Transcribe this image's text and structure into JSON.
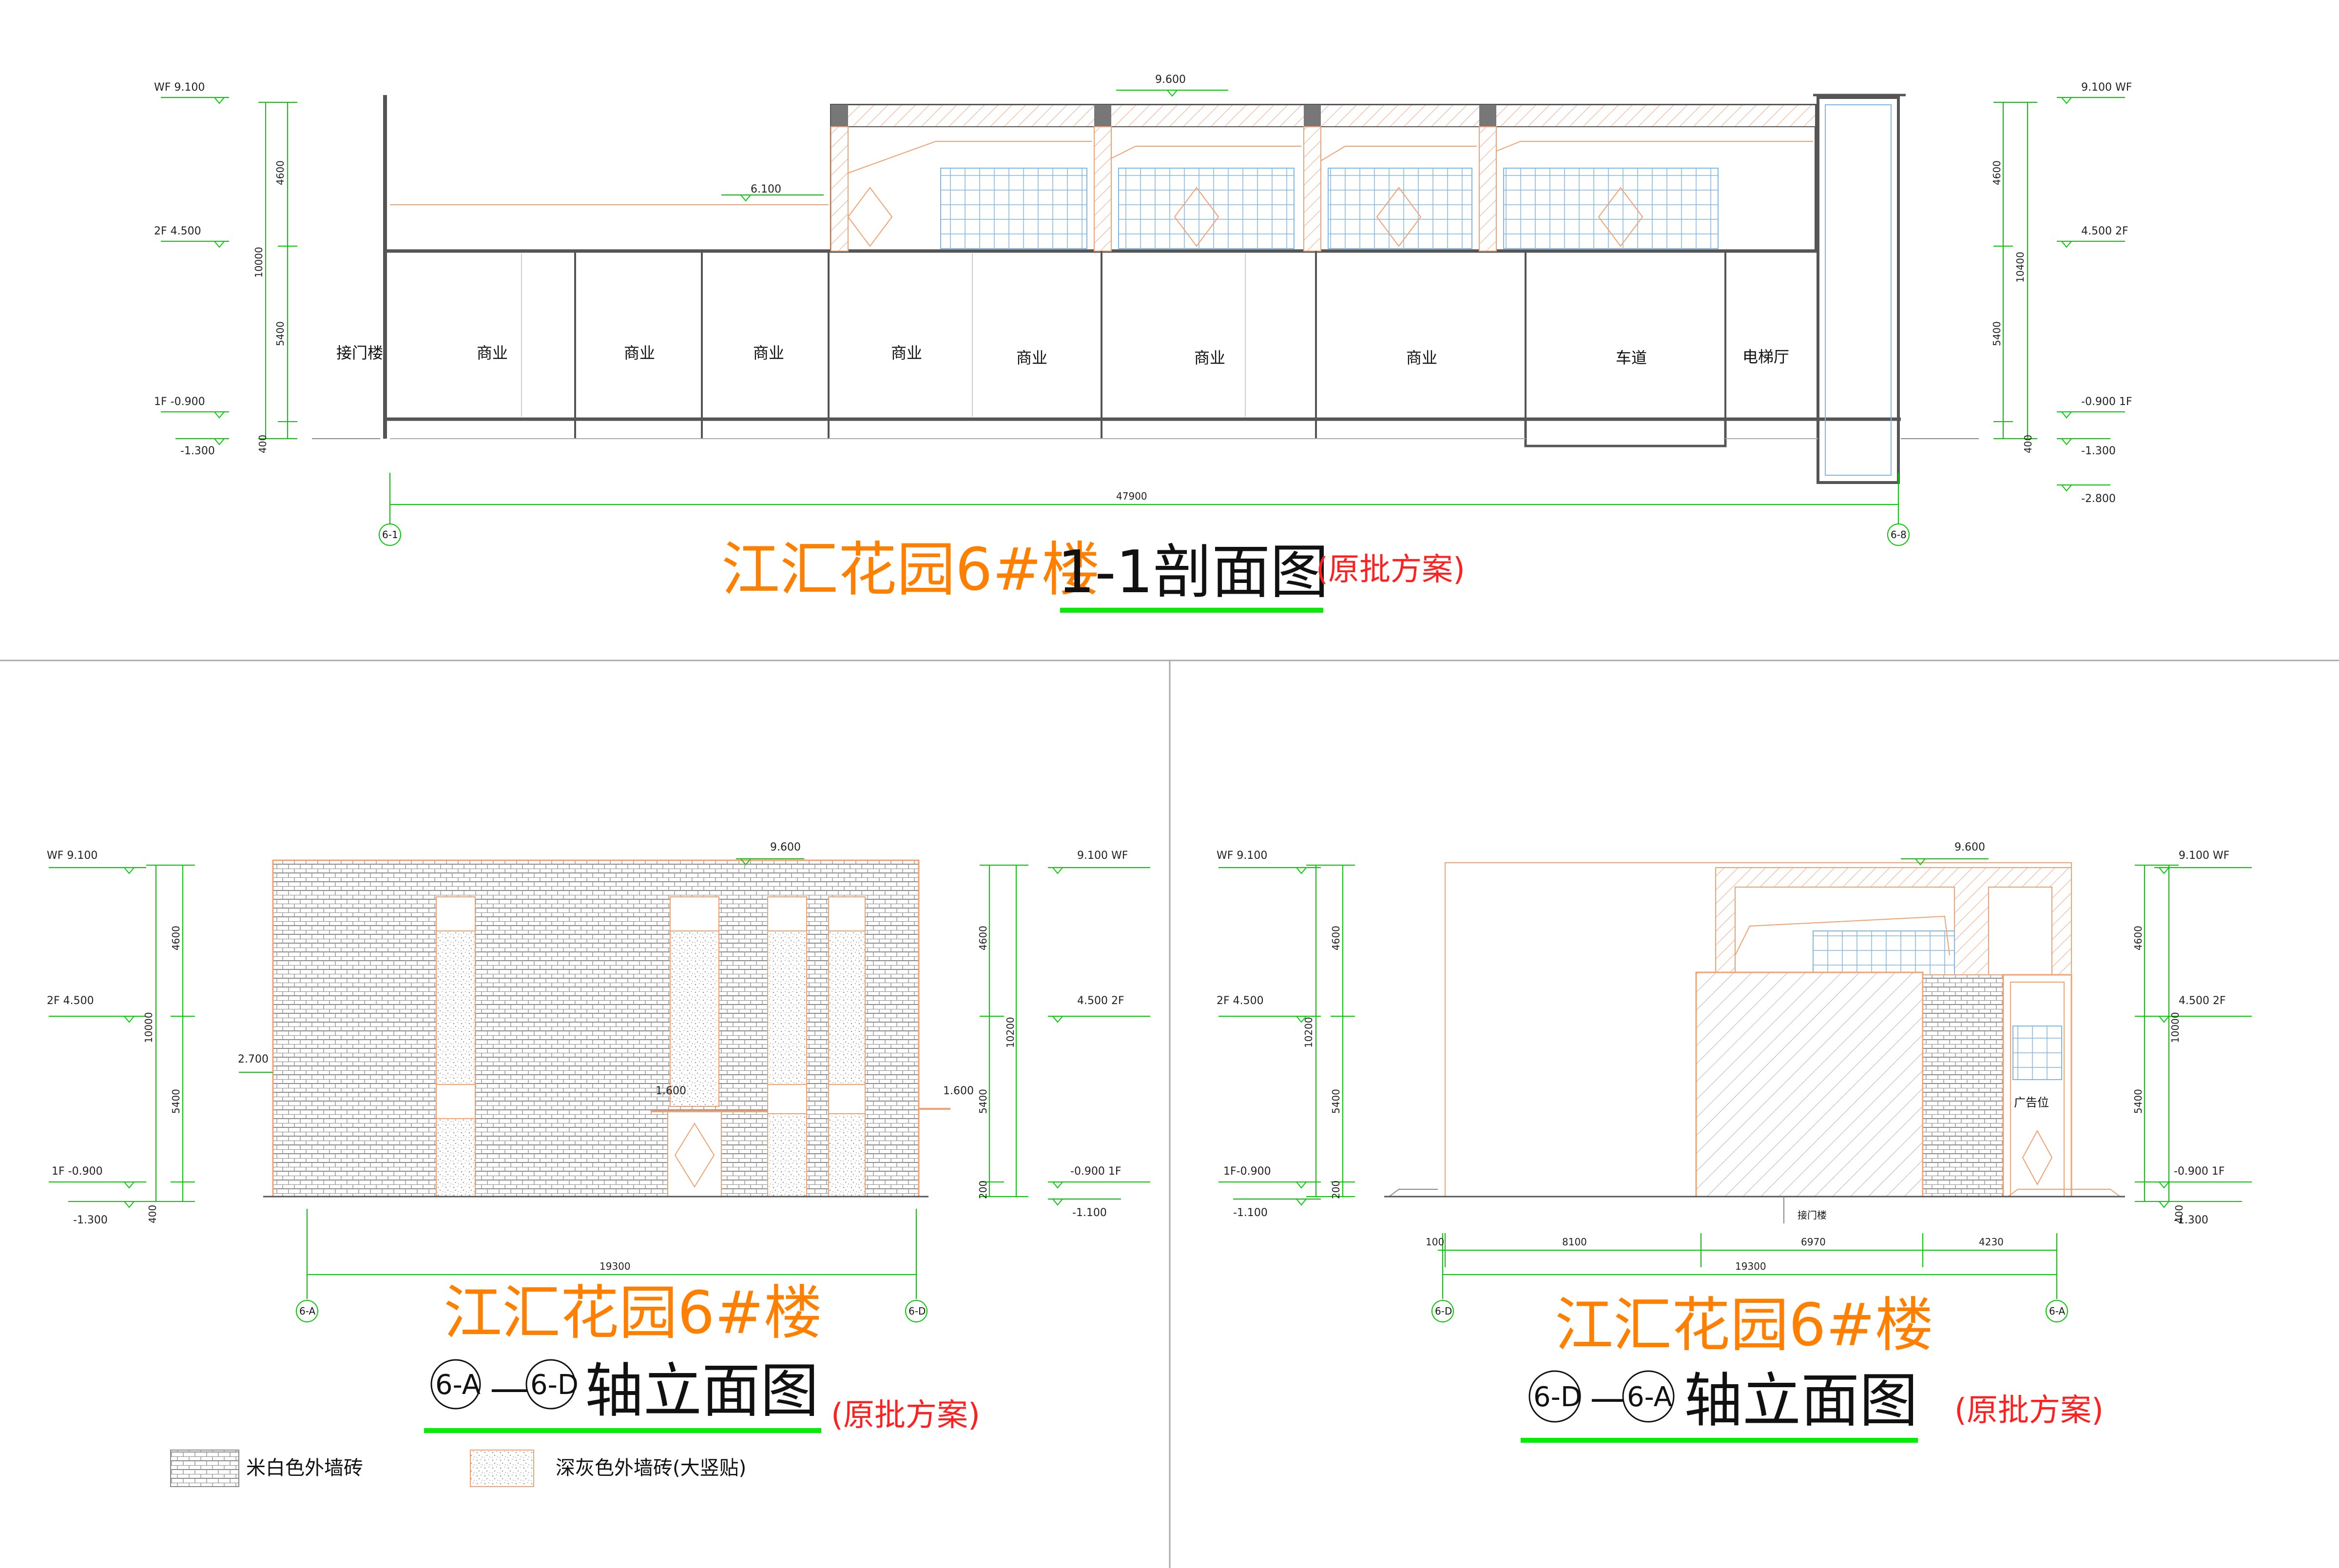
{
  "section": {
    "title_cn": "江汇花园6#楼",
    "title_main": "1-1剖面图",
    "title_note": "(原批方案)",
    "levels_left": [
      "WF  9.100",
      "2F  4.500",
      "1F  -0.900",
      "-1.300"
    ],
    "levels_right": [
      "9.100  WF",
      "4.500  2F",
      "-0.900  1F",
      "-1.300",
      "-2.800"
    ],
    "dims_left": [
      "4600",
      "5400",
      "400",
      "10000"
    ],
    "dims_right": [
      "4600",
      "5400",
      "400",
      "10400"
    ],
    "roof_level": "9.600",
    "mid_level": "6.100",
    "overall_dim": "47900",
    "axis_left": "6-1",
    "axis_right": "6-8",
    "rooms": [
      "接门楼",
      "商业",
      "商业",
      "商业",
      "商业",
      "商业",
      "商业",
      "商业",
      "车道",
      "电梯厅"
    ]
  },
  "elev_a": {
    "title_cn": "江汇花园6#楼",
    "bubble_from": "6-A",
    "dash": "—",
    "bubble_to": "6-D",
    "title_main": "轴立面图",
    "title_note": "(原批方案)",
    "levels_left": [
      "WF  9.100",
      "2F  4.500",
      "1F  -0.900",
      "-1.300"
    ],
    "levels_right": [
      "9.100  WF",
      "4.500  2F",
      "-0.900  1F",
      "-1.100"
    ],
    "dims_left": [
      "4600",
      "5400",
      "400",
      "10000"
    ],
    "dims_right": [
      "4600",
      "5400",
      "200",
      "10200"
    ],
    "roof_level": "9.600",
    "canopy_left": "2.700",
    "canopy_mid": "1.600",
    "canopy_right": "1.600",
    "overall_dim": "19300",
    "axis_left": "6-A",
    "axis_right": "6-D"
  },
  "elev_d": {
    "title_cn": "江汇花园6#楼",
    "bubble_from": "6-D",
    "dash": "—",
    "bubble_to": "6-A",
    "title_main": "轴立面图",
    "title_note": "(原批方案)",
    "levels_left": [
      "WF 9.100",
      "2F 4.500",
      "1F-0.900",
      "-1.100"
    ],
    "levels_right": [
      "9.100  WF",
      "4.500  2F",
      "-0.900  1F",
      "-1.300"
    ],
    "dims_left": [
      "4600",
      "5400",
      "200",
      "10200"
    ],
    "dims_right": [
      "4600",
      "5400",
      "400",
      "10000"
    ],
    "roof_level": "9.600",
    "sign_label": "广告位",
    "entrance_label": "接门楼",
    "dims_bottom": [
      "100",
      "8100",
      "6970",
      "4230"
    ],
    "overall_dim": "19300",
    "axis_left": "6-D",
    "axis_right": "6-A"
  },
  "legend": {
    "items": [
      "米白色外墙砖",
      "深灰色外墙砖(大竖贴)"
    ]
  },
  "colors": {
    "orange": "#ff7f00",
    "green": "#00ee00",
    "red": "#ff2020",
    "wall_line": "#f4a070",
    "dark": "#555555"
  }
}
